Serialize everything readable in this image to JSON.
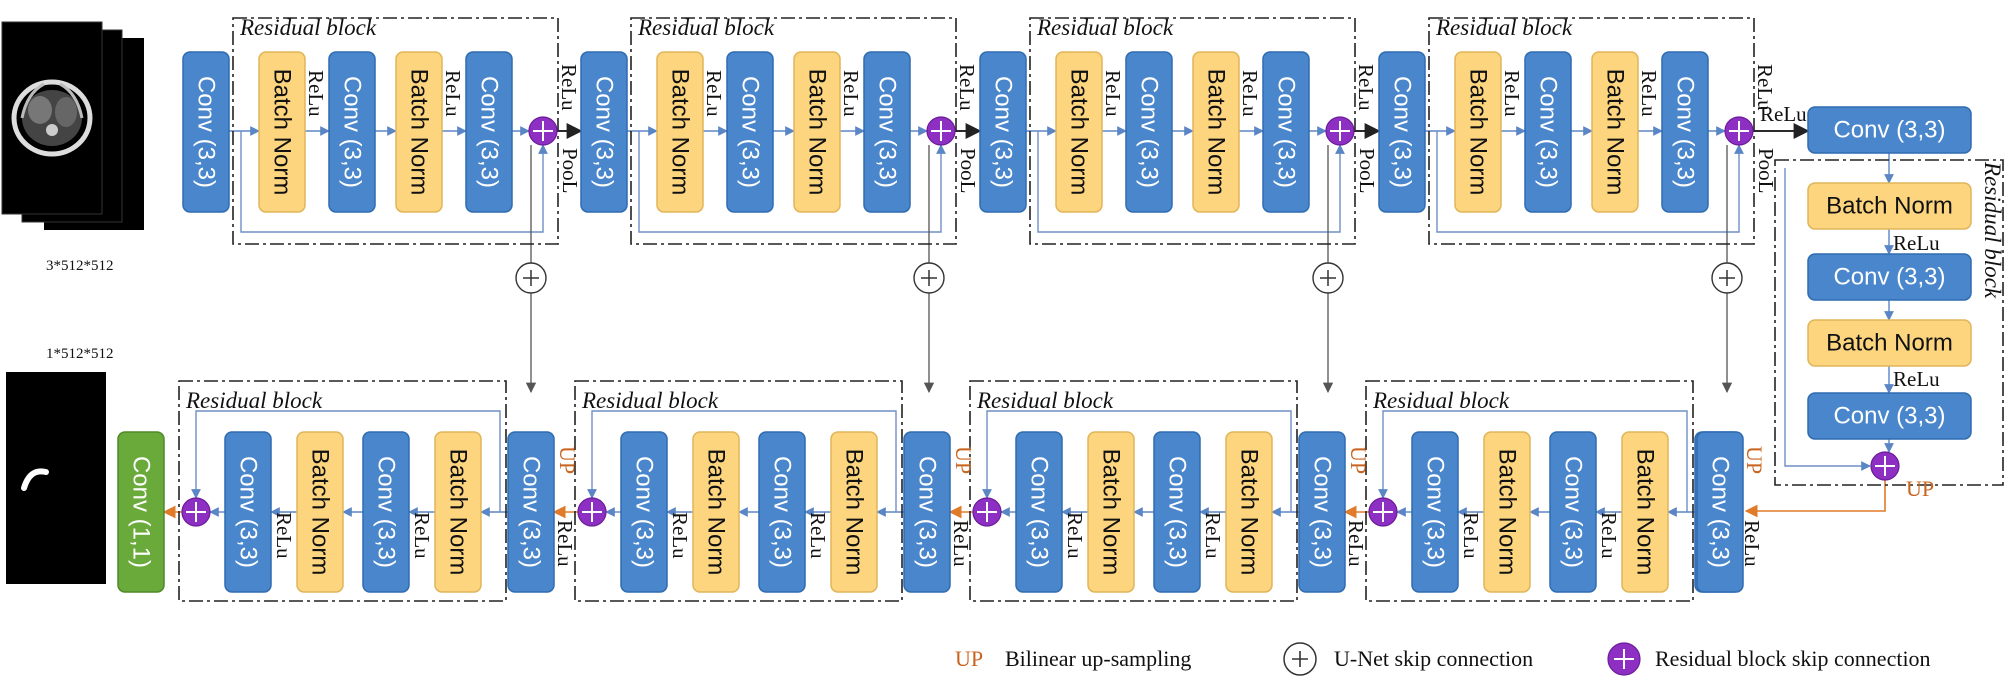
{
  "labels": {
    "residual_block": "Residual block",
    "conv33": "Conv (3,3)",
    "conv33_comma": "Conv (3,3)",
    "conv33_nospace": "Conv (3,3)",
    "conv11": "Conv (1,1)",
    "batch_norm": "Batch Norm",
    "relu": "ReLu",
    "pool": "PooL",
    "up": "UP",
    "input_size": "3*512*512",
    "output_size": "1*512*512"
  },
  "legend": {
    "up_symbol": "UP",
    "up_text": "Bilinear up-sampling",
    "unet_text": "U-Net skip connection",
    "residual_text": "Residual block skip connection"
  },
  "colors": {
    "conv": "#4a86cc",
    "batch_norm": "#fcd57e",
    "final_conv": "#6aaa3a",
    "residual_add": "#8e2fc4",
    "up_arrow": "#e07b2a"
  }
}
